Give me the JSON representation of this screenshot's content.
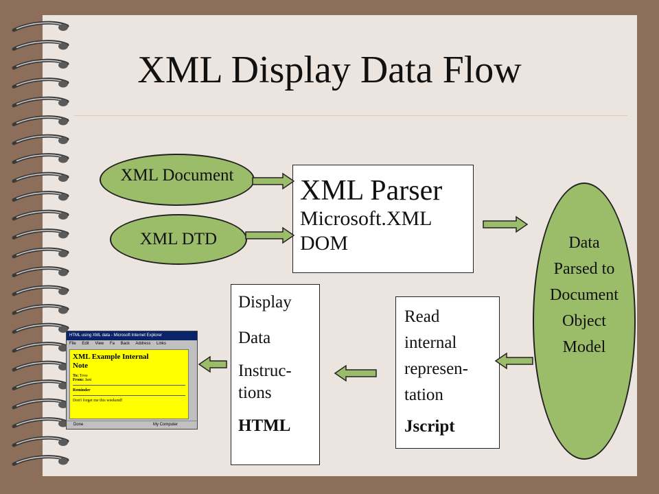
{
  "title": "XML Display Data Flow",
  "nodes": {
    "xml_document": "XML Document",
    "xml_dtd": "XML DTD",
    "parser": {
      "heading": "XML Parser",
      "line1": "Microsoft.XML",
      "line2": "DOM"
    },
    "dom_oval": [
      "Data",
      "Parsed to",
      "Document",
      "Object",
      "Model"
    ],
    "read_box": {
      "lines": [
        "Read",
        "internal",
        "represen-",
        "tation"
      ],
      "bold": "Jscript"
    },
    "display_box": {
      "lines": [
        "Display",
        "Data",
        "Instruc-",
        "tions"
      ],
      "bold": "HTML"
    }
  },
  "screenshot": {
    "window_title": "HTML using XML data - Microsoft Internet Explorer",
    "menu": [
      "File",
      "Edit",
      "View",
      "Fa",
      "Back",
      "Address",
      "Links"
    ],
    "note_title_1": "XML Example Internal",
    "note_title_2": "Note",
    "to_label": "To:",
    "to_value": "Tove",
    "from_label": "From:",
    "from_value": "Jani",
    "heading": "Reminder",
    "body": "Don't forget me this weekend!",
    "status_left": "Done",
    "status_right": "My Computer"
  },
  "colors": {
    "oval_fill": "#9bbd6a",
    "arrow_fill": "#9bbd6a",
    "frame": "#8c6e5a",
    "slide": "#ece5df"
  }
}
